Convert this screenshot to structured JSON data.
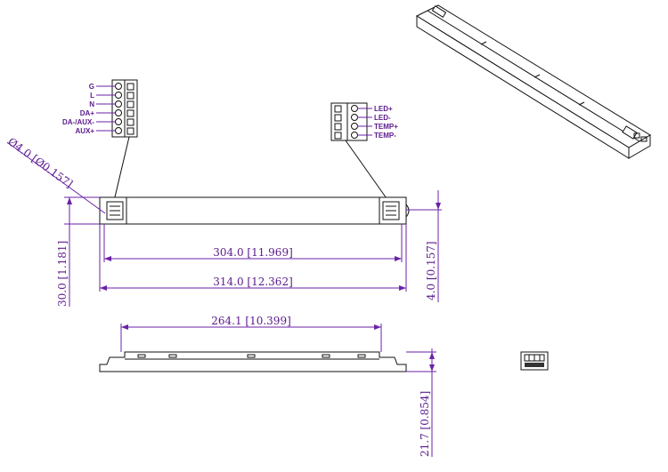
{
  "colors": {
    "dimension": "#6b22a8",
    "outline": "#111111",
    "background": "#ffffff"
  },
  "input_terminal": {
    "labels": [
      "G",
      "L",
      "N",
      "DA+",
      "DA-/AUX-",
      "AUX+"
    ]
  },
  "output_terminal": {
    "labels": [
      "LED+",
      "LED-",
      "TEMP+",
      "TEMP-"
    ]
  },
  "dimensions": {
    "hole": "Ø4.0 [Ø0.157]",
    "mount_length": "304.0 [11.969]",
    "total_length": "314.0 [12.362]",
    "width": "30.0 [1.181]",
    "flange": "4.0 [0.157]",
    "side_length": "264.1 [10.399]",
    "height": "21.7 [0.854]"
  }
}
